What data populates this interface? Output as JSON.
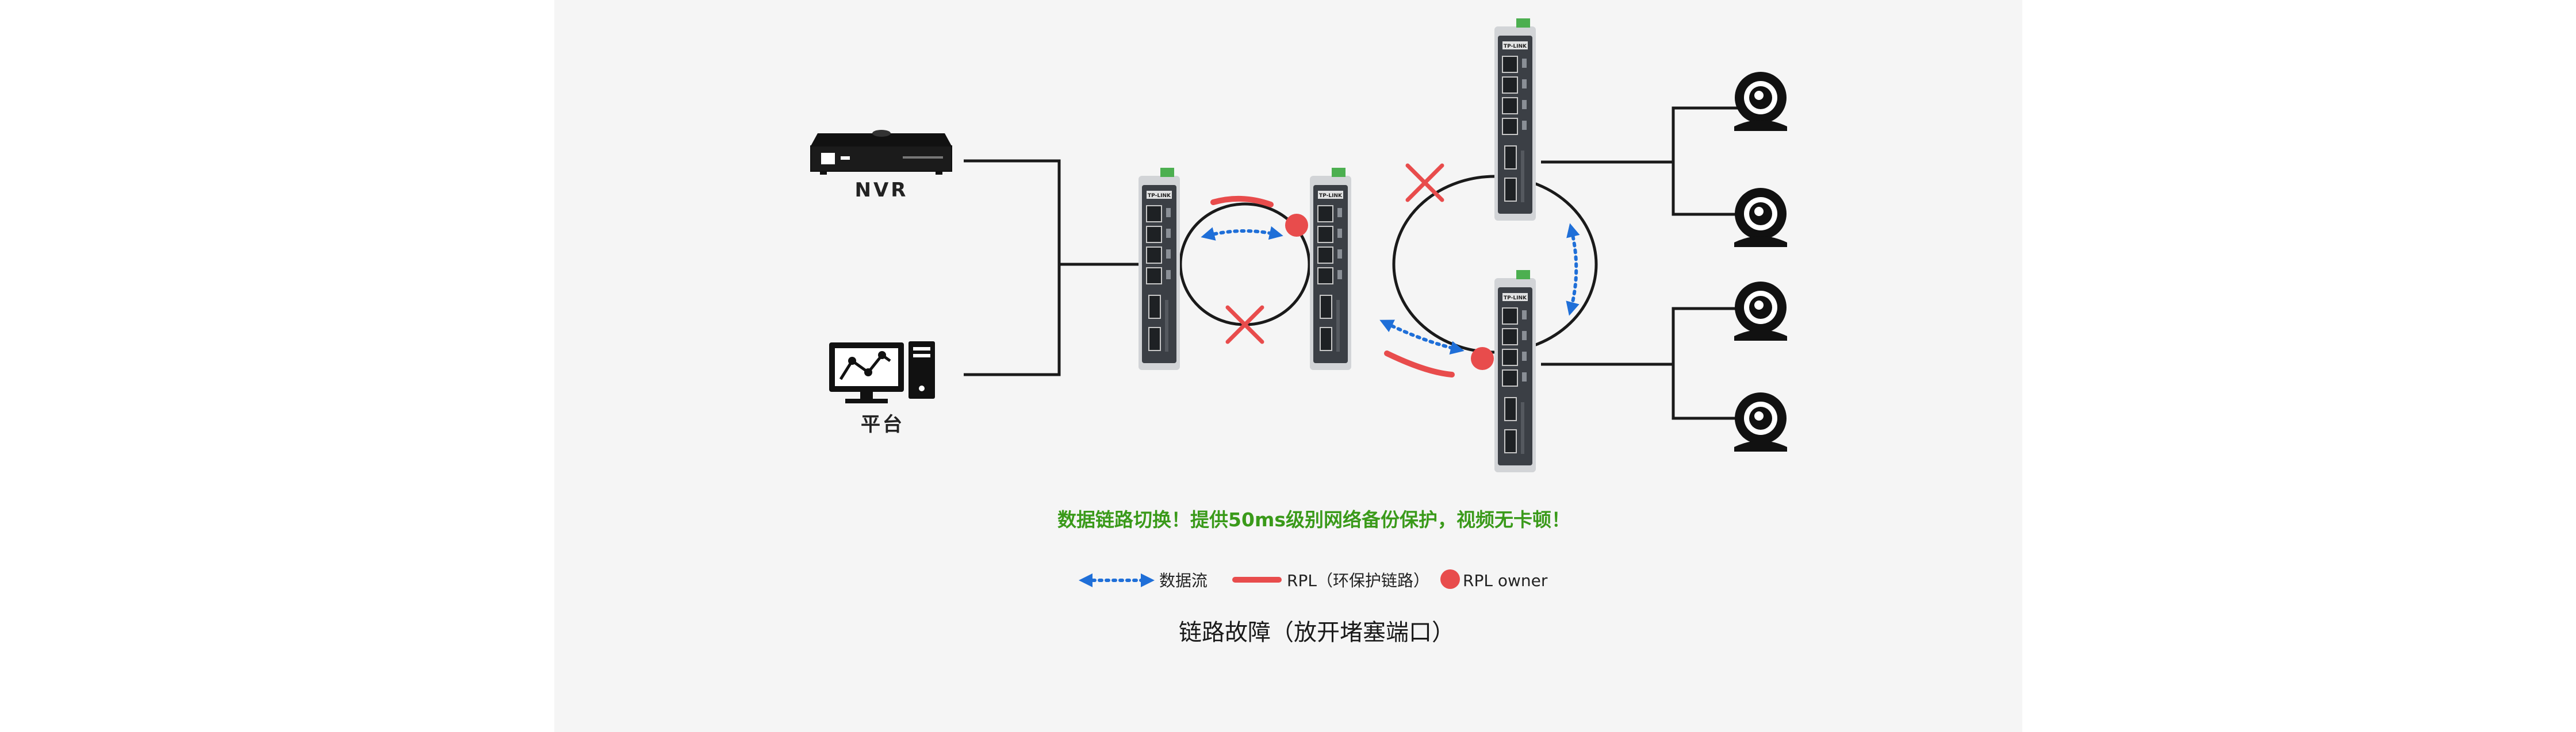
{
  "labels": {
    "nvr": "NVR",
    "platform": "平台"
  },
  "switch_brand": "TP-LINK",
  "caption": "数据链路切换！提供50ms级别网络备份保护，视频无卡顿！",
  "legend": {
    "data_flow": "数据流",
    "rpl": "RPL（环保护链路）",
    "rpl_owner": "RPL owner"
  },
  "title": "链路故障（放开堵塞端口）",
  "colors": {
    "panel": "#f5f5f5",
    "caption_green": "#3a9a1a",
    "rpl_red": "#e84c4c",
    "flow_blue": "#1f6fd8",
    "switch_body": "#3b3f45",
    "switch_rail": "#d2d4d7",
    "terminal_green": "#4caf50",
    "cable": "#1a1a1a"
  },
  "icons": [
    "nvr-recorder-icon",
    "workstation-icon",
    "industrial-switch-icon",
    "ip-camera-icon",
    "link-fault-cross-icon",
    "rpl-owner-dot-icon",
    "data-flow-arrow-icon"
  ]
}
